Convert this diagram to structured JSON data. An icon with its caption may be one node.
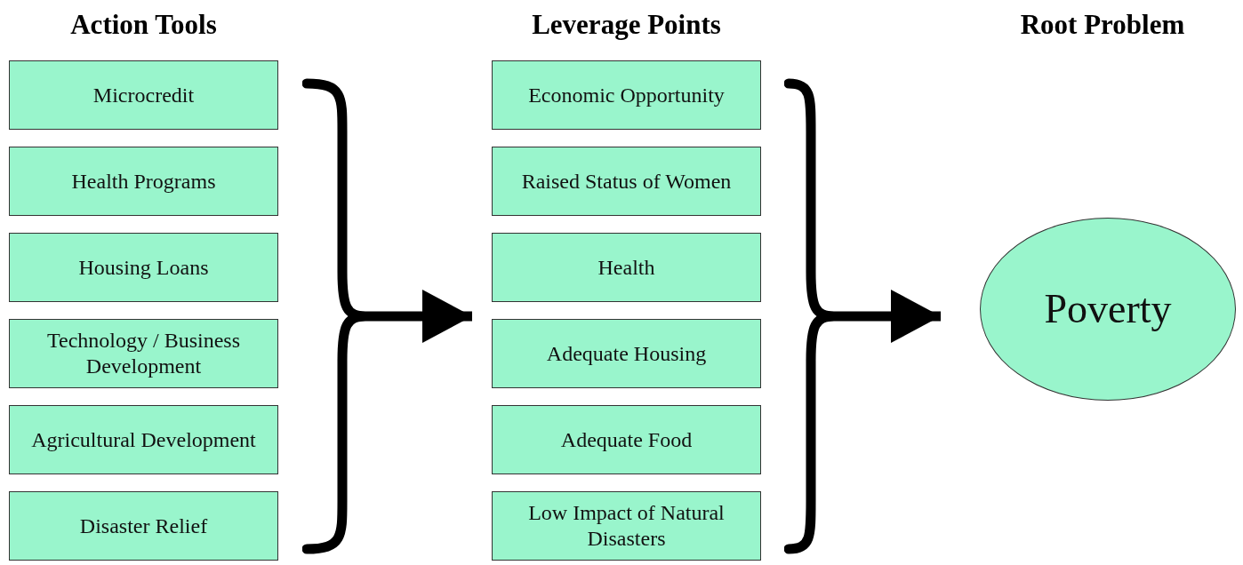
{
  "diagram": {
    "nodes": [
      {
        "text": [
          "Microcredit"
        ]
      },
      {
        "text": [
          "Health Programs"
        ]
      },
      {
        "text": [
          "Housing Loans"
        ]
      },
      {
        "text": [
          "Technology / Business Development"
        ]
      },
      {
        "text": [
          "Agricultural Development"
        ]
      },
      {
        "text": [
          "Disaster Relief"
        ]
      },
      {
        "text": [],
        "shape": "brace"
      },
      {
        "text": [
          "Economic Opportunity"
        ]
      },
      {
        "text": [
          "Raised Status of Women"
        ]
      },
      {
        "text": [
          "Health"
        ]
      },
      {
        "text": [
          "Adequate Housing"
        ]
      },
      {
        "text": [
          "Adequate Food"
        ]
      },
      {
        "text": [
          "Low Impact of Natural Disasters"
        ]
      },
      {
        "text": [],
        "shape": "brace"
      },
      {
        "text": [
          "Poverty"
        ]
      }
    ],
    "edges": [
      {
        "from": 6,
        "to": 9,
        "arrow": "to"
      },
      {
        "from": 13,
        "to": 14,
        "arrow": "to"
      }
    ],
    "labels": [
      "Action Tools",
      "Leverage Points",
      "Root Problem"
    ]
  }
}
